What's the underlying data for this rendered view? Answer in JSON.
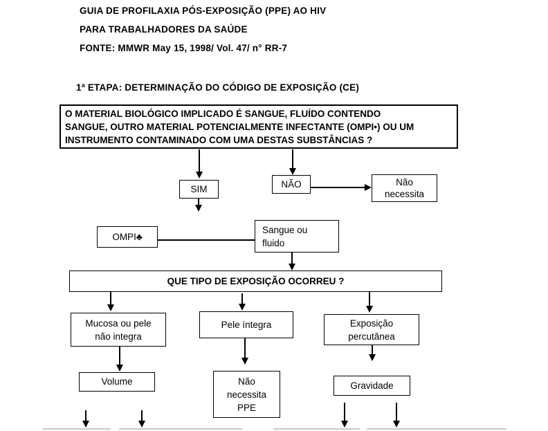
{
  "header": {
    "title_line1": "GUIA DE PROFILAXIA PÓS-EXPOSIÇÃO (PPE) AO HIV",
    "title_line2": "PARA TRABALHADORES DA SAÚDE",
    "source_line": "FONTE: MMWR  May 15, 1998/ Vol. 47/ n° RR-7"
  },
  "section": {
    "title": "1ª ETAPA:  DETERMINAÇÃO DO CÓDIGO DE EXPOSIÇÃO (CE)"
  },
  "flowchart": {
    "main_question_lines": [
      "O MATERIAL BIOLÓGICO IMPLICADO É SANGUE, FLUÍDO CONTENDO",
      "SANGUE, OUTRO MATERIAL POTENCIALMENTE INFECTANTE (OMPI•) OU UM",
      "INSTRUMENTO CONTAMINADO COM UMA DESTAS SUBSTÂNCIAS ?"
    ],
    "sim_label": "SIM",
    "nao_label": "NÃO",
    "nao_necessita_lines": [
      "Não",
      "necessita"
    ],
    "ompi_label": "OMPI♣",
    "sangue_fluido_lines": [
      "Sangue ou",
      "fluido"
    ],
    "tipo_question": "QUE TIPO DE EXPOSIÇÃO OCORREU ?",
    "mucosa_lines": [
      "Mucosa ou pele",
      "não integra"
    ],
    "pele_integra_label": "Pele íntegra",
    "exposicao_lines": [
      "Exposição",
      "percutânea"
    ],
    "volume_label": "Volume",
    "nao_necessita_ppe_lines": [
      "Não",
      "necessita",
      "PPE"
    ],
    "gravidade_label": "Gravidade"
  },
  "colors": {
    "text": "#000000",
    "box_border": "#000000",
    "background": "#ffffff",
    "cutoff_box_edge": "#c9c9c9"
  }
}
